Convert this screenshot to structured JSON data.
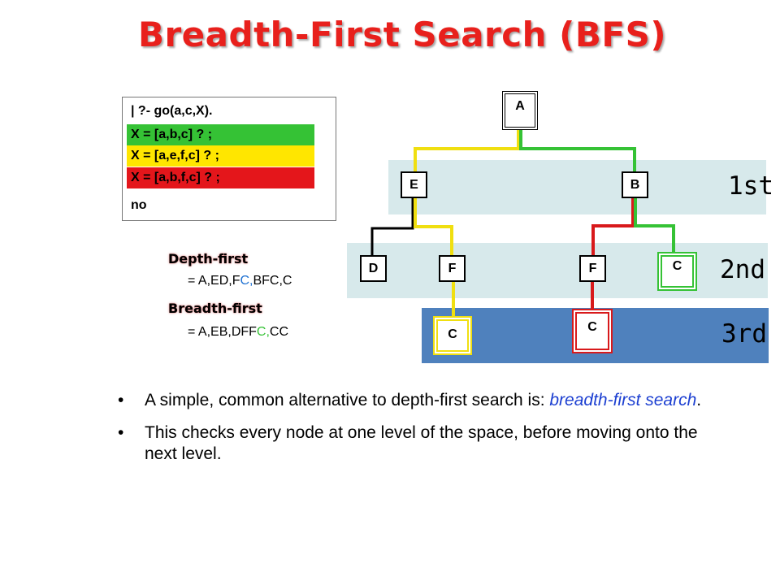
{
  "title": "Breadth-First Search (BFS)",
  "prolog": {
    "query": "| ?- go(a,c,X).",
    "answers": [
      {
        "text": "X = [a,b,c] ? ;",
        "color": "#35c235"
      },
      {
        "text": "X = [a,e,f,c] ? ;",
        "color": "#ffe600"
      },
      {
        "text": "X = [a,b,f,c] ? ;",
        "color": "#e4161b"
      }
    ],
    "final": "no"
  },
  "tree": {
    "nodes": {
      "a": "A",
      "e": "E",
      "b": "B",
      "d": "D",
      "f1": "F",
      "f2": "F",
      "c1": "C",
      "c2": "C",
      "c3": "C"
    },
    "edge_colors": {
      "green": "#35c235",
      "yellow": "#f0df10",
      "red": "#d8191b",
      "black": "#000000"
    },
    "levels": {
      "first": "1st",
      "second": "2nd",
      "third": "3rd"
    },
    "level_band_colors": {
      "light": "#d7e9eb",
      "dark": "#4f81bd"
    }
  },
  "orders": {
    "depth_first": {
      "heading": "Depth-first",
      "prefix": "= A,ED,F",
      "highlight": "C,",
      "suffix": "BFC,C",
      "highlight_color": "#1c6fd1"
    },
    "breadth_first": {
      "heading": "Breadth-first",
      "prefix": "= A,EB,DFF",
      "highlight": "C,",
      "suffix": "CC",
      "highlight_color": "#35c235"
    }
  },
  "bullets": [
    {
      "before": "A simple, common alternative to depth-first search is: ",
      "emphasis": "breadth-first search",
      "after": "."
    },
    {
      "before": "This checks every node at one level of the space, before moving onto the next level.",
      "emphasis": "",
      "after": ""
    }
  ]
}
